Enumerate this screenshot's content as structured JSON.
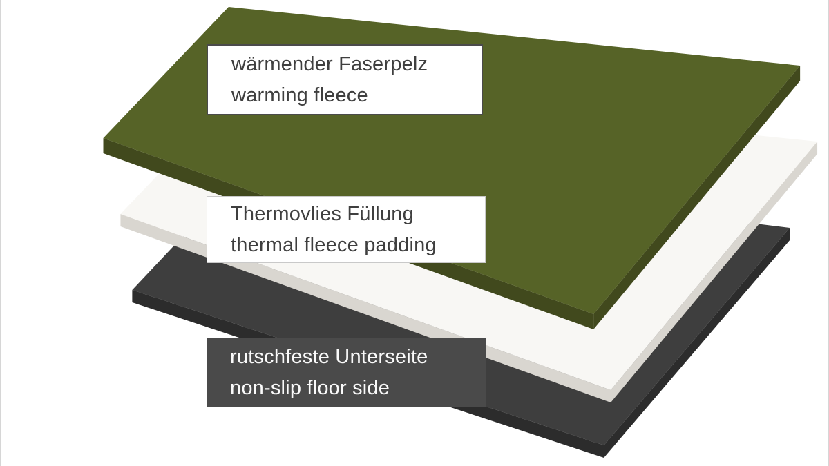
{
  "page": {
    "background": "#ffffff",
    "edge_line_color": "#d6d6d6",
    "text_color": "#3f3f3f"
  },
  "diagram": {
    "layers": [
      {
        "id": "warming-fleece",
        "label_de": "wärmender Faserpelz",
        "label_en": "warming fleece",
        "color_top": "#566327",
        "color_side": "#41491d"
      },
      {
        "id": "thermal-fleece-padding",
        "label_de": "Thermovlies Füllung",
        "label_en": "thermal fleece padding",
        "color_top": "#f8f7f4",
        "color_side": "#d9d6d0"
      },
      {
        "id": "non-slip-floor-side",
        "label_de": "rutschfeste Unterseite",
        "label_en": "non-slip floor side",
        "color_top": "#3e3e3e",
        "color_side": "#2c2c2c"
      }
    ],
    "label_dark_bg": "#4a4a4a",
    "label_dark_text": "#fafafa"
  }
}
